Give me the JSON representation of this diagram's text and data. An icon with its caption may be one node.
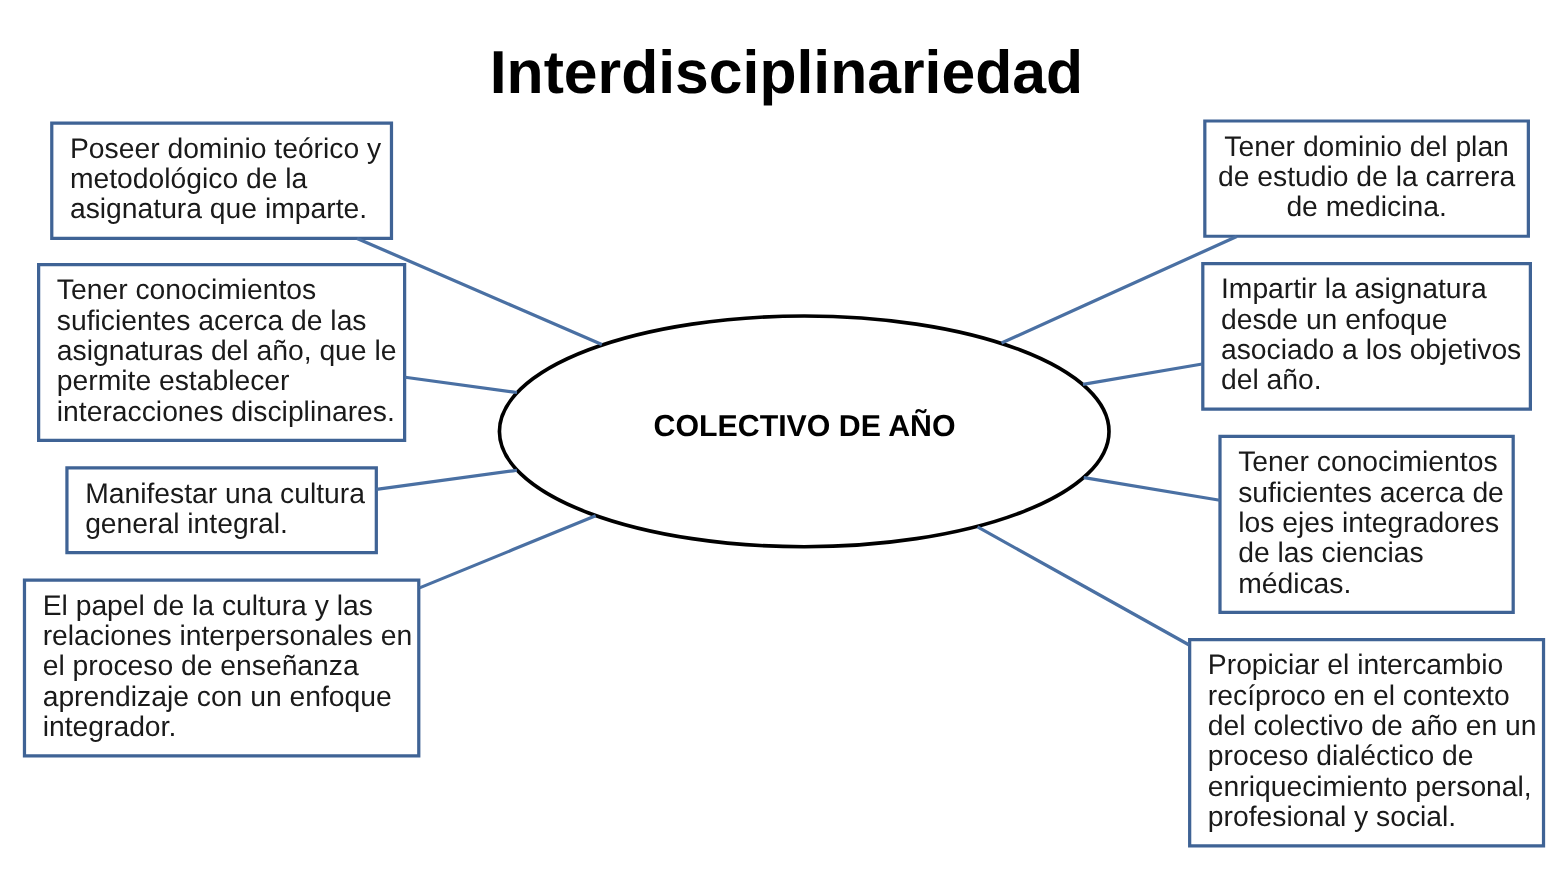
{
  "diagram": {
    "title": "Interdisciplinariedad",
    "nodes": [
      {
        "text": [
          "Poseer dominio teórico y metodológico de la asignatura que imparte."
        ]
      },
      {
        "text": [
          "Tener dominio del plan de estudio de la carrera de medicina."
        ]
      },
      {
        "text": [
          "Tener conocimientos suficientes acerca de las asignaturas del año, que le permite establecer interacciones disciplinares."
        ]
      },
      {
        "text": [
          "COLECTIVO DE AÑO"
        ]
      },
      {
        "text": [
          "Impartir la asignatura desde un enfoque asociado a los objetivos del año."
        ]
      },
      {
        "text": [
          "Tener conocimientos suficientes acerca de los ejes integradores de las ciencias médicas."
        ]
      },
      {
        "text": [
          "Manifestar una cultura general integral."
        ]
      },
      {
        "text": [
          "Propiciar el intercambio recíproco en el contexto del colectivo de año en un proceso dialéctico de enriquecimiento personal, profesional y social."
        ]
      },
      {
        "text": [
          "El papel de la cultura y las relaciones interpersonales en el proceso de enseñanza aprendizaje con un enfoque integrador."
        ]
      }
    ],
    "edges": [
      {
        "from": 0,
        "to": 3,
        "arrow": "none"
      },
      {
        "from": 3,
        "to": 1,
        "arrow": "none"
      },
      {
        "from": 2,
        "to": 3,
        "arrow": "none"
      },
      {
        "from": 3,
        "to": 4,
        "arrow": "none"
      },
      {
        "from": 3,
        "to": 5,
        "arrow": "none"
      },
      {
        "from": 6,
        "to": 3,
        "arrow": "none"
      },
      {
        "from": 3,
        "to": 7,
        "arrow": "none"
      },
      {
        "from": 8,
        "to": 3,
        "arrow": "none"
      }
    ]
  }
}
